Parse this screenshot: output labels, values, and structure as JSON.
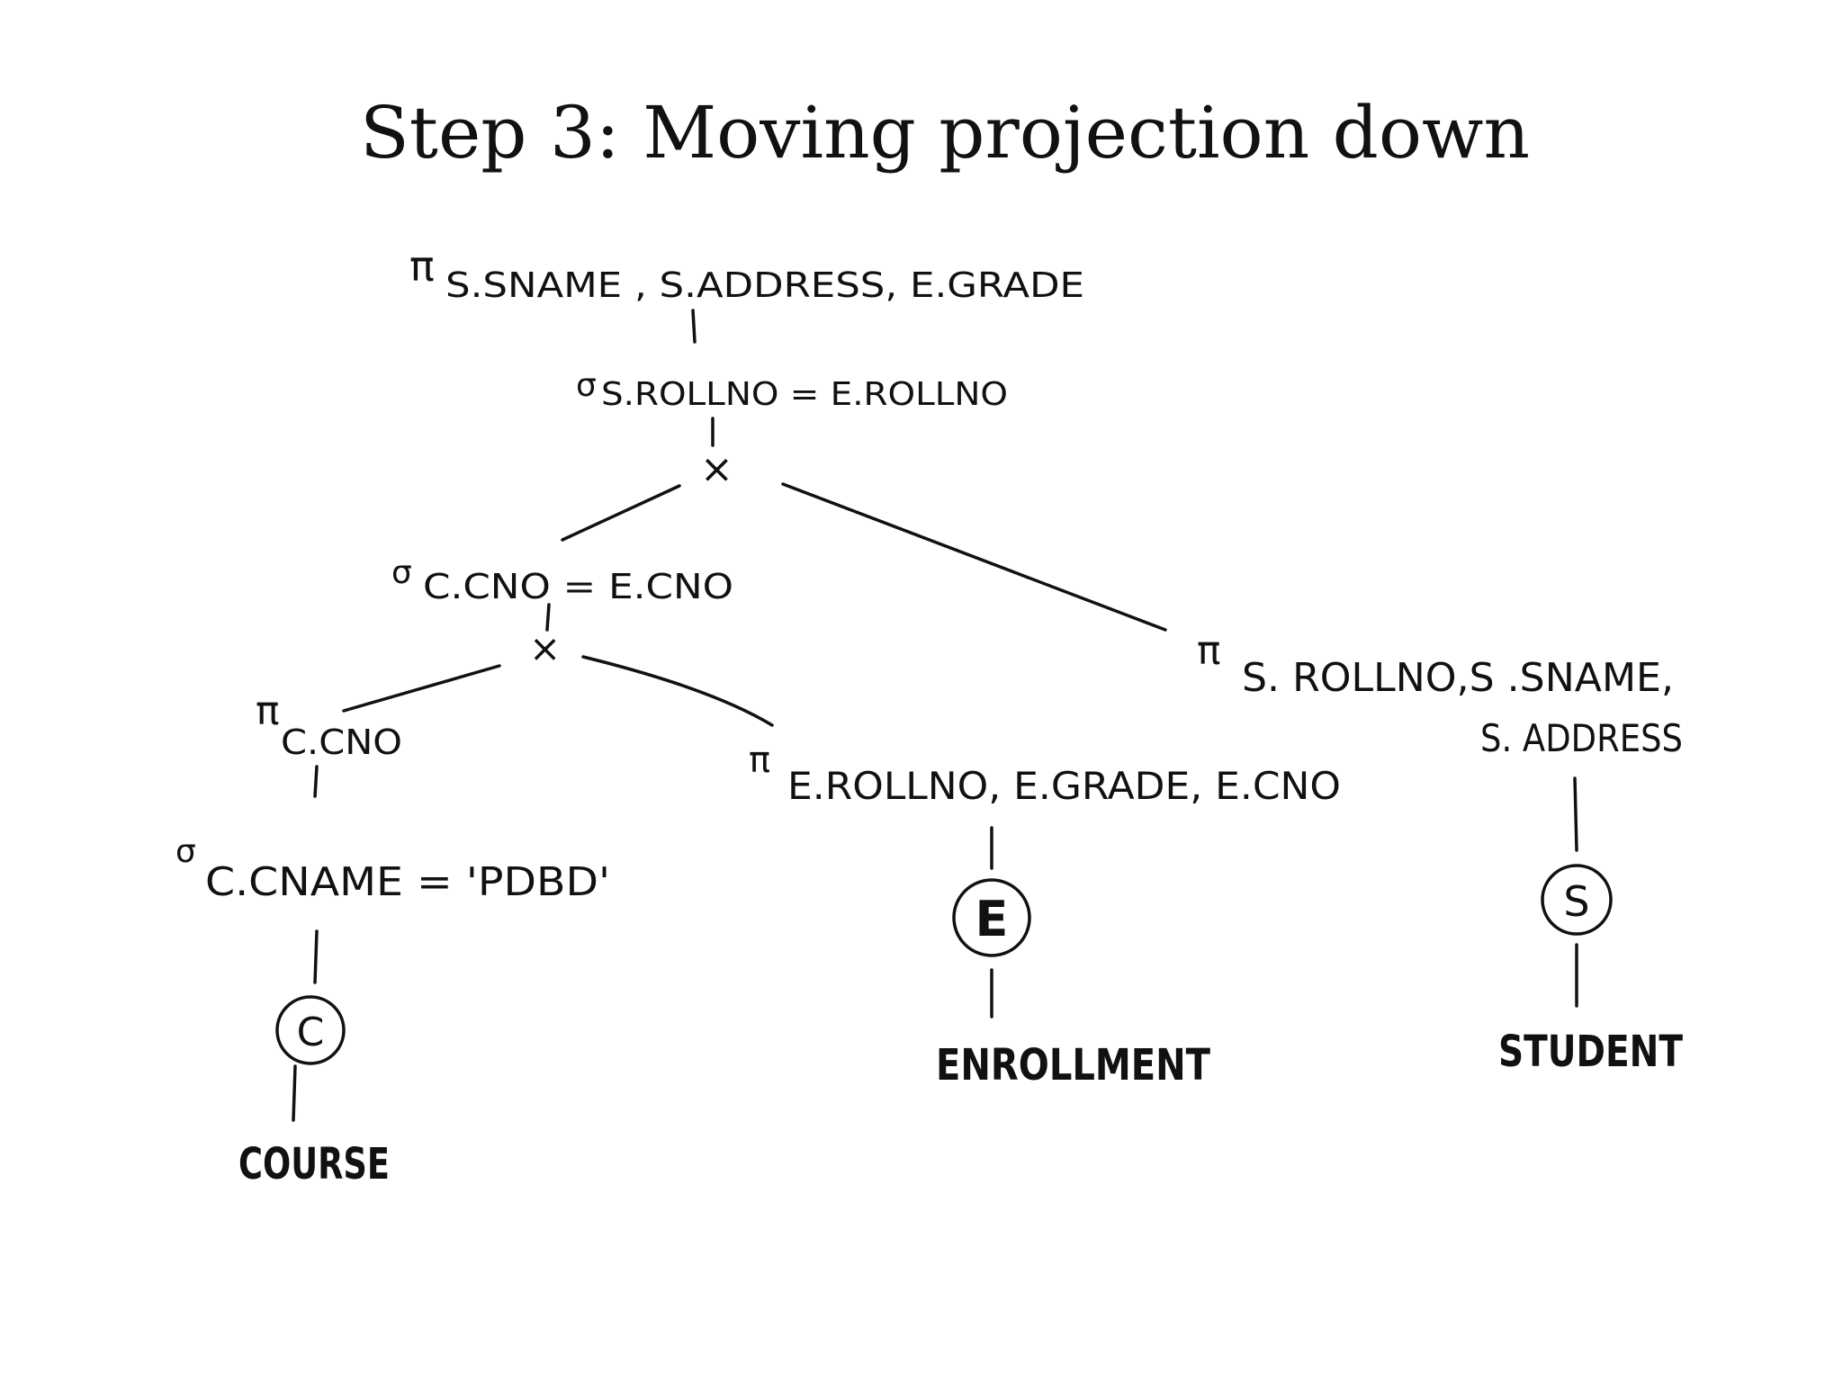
{
  "title": "Step 3: Moving projection down",
  "tree": {
    "root_projection": {
      "symbol": "π",
      "subscript": "S.SNAME , S.ADDRESS, E.GRADE"
    },
    "top_selection": {
      "symbol": "σ",
      "subscript": "S.ROLLNO = E.ROLLNO"
    },
    "top_product": "×",
    "left_selection": {
      "symbol": "σ",
      "subscript": "C.CNO = E.CNO"
    },
    "left_product": "×",
    "course_projection": {
      "symbol": "π",
      "subscript": "C.CNO"
    },
    "course_selection": {
      "symbol": "σ",
      "subscript": "C.CNAME = 'PDBD'"
    },
    "course_relation": {
      "letter": "C",
      "name": "COURSE"
    },
    "enrollment_projection": {
      "symbol": "π",
      "subscript": "E.ROLLNO, E.GRADE, E.CNO"
    },
    "enrollment_relation": {
      "letter": "E",
      "name": "ENROLLMENT"
    },
    "student_projection": {
      "symbol": "π",
      "subscript_line1": "S. ROLLNO,S .SNAME,",
      "subscript_line2": "S. ADDRESS"
    },
    "student_relation": {
      "letter": "S",
      "name": "STUDENT"
    }
  }
}
